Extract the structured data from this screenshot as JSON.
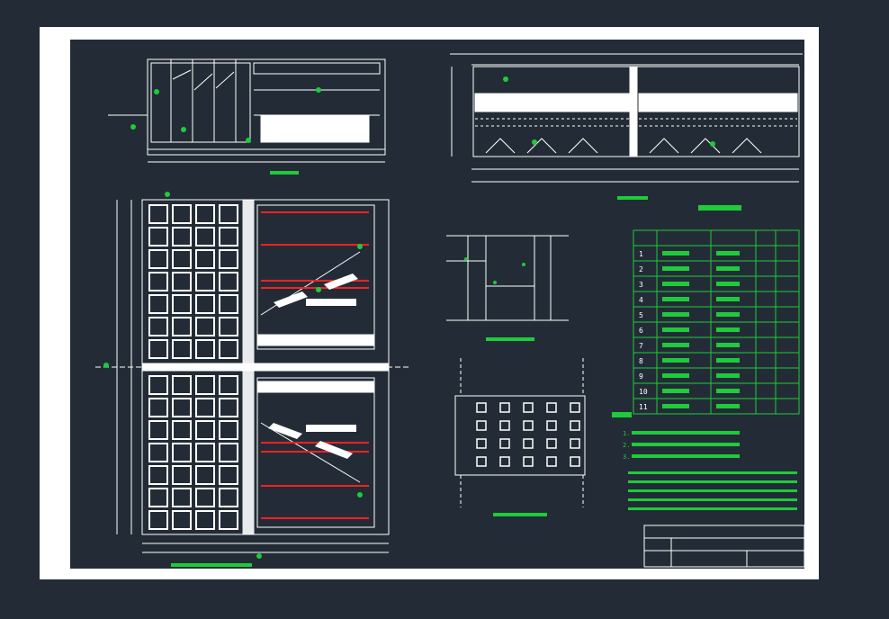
{
  "colors": {
    "background": "#232c36",
    "paper": "#ffffff",
    "line": "#ffffff",
    "accent_red": "#ff2020",
    "accent_green": "#1ecb3a"
  },
  "table": {
    "rows": [
      {
        "no": "1"
      },
      {
        "no": "2"
      },
      {
        "no": "3"
      },
      {
        "no": "4"
      },
      {
        "no": "5"
      },
      {
        "no": "6"
      },
      {
        "no": "7"
      },
      {
        "no": "8"
      },
      {
        "no": "9"
      },
      {
        "no": "10"
      },
      {
        "no": "11"
      }
    ]
  },
  "notes": {
    "lines": [
      "1.",
      "2.",
      "3."
    ]
  }
}
